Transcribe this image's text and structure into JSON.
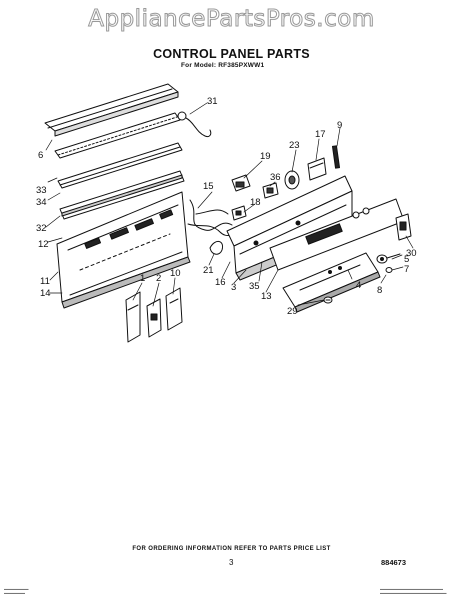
{
  "watermark": "AppliancePartsPros.com",
  "title": "CONTROL PANEL PARTS",
  "subtitle": "For Model: RF385PXWW1",
  "callouts": [
    {
      "label": "31",
      "name": "callout-31"
    },
    {
      "label": "17",
      "name": "callout-17"
    },
    {
      "label": "9",
      "name": "callout-9"
    },
    {
      "label": "23",
      "name": "callout-23"
    },
    {
      "label": "19",
      "name": "callout-19"
    },
    {
      "label": "36",
      "name": "callout-36"
    },
    {
      "label": "15",
      "name": "callout-15"
    },
    {
      "label": "18",
      "name": "callout-18"
    },
    {
      "label": "6",
      "name": "callout-6"
    },
    {
      "label": "33",
      "name": "callout-33"
    },
    {
      "label": "34",
      "name": "callout-34"
    },
    {
      "label": "32",
      "name": "callout-32"
    },
    {
      "label": "12",
      "name": "callout-12"
    },
    {
      "label": "11",
      "name": "callout-11"
    },
    {
      "label": "14",
      "name": "callout-14"
    },
    {
      "label": "1",
      "name": "callout-1"
    },
    {
      "label": "2",
      "name": "callout-2"
    },
    {
      "label": "10",
      "name": "callout-10"
    },
    {
      "label": "21",
      "name": "callout-21"
    },
    {
      "label": "16",
      "name": "callout-16"
    },
    {
      "label": "3",
      "name": "callout-3"
    },
    {
      "label": "35",
      "name": "callout-35"
    },
    {
      "label": "13",
      "name": "callout-13"
    },
    {
      "label": "30",
      "name": "callout-30"
    },
    {
      "label": "5",
      "name": "callout-5"
    },
    {
      "label": "7",
      "name": "callout-7"
    },
    {
      "label": "4",
      "name": "callout-4"
    },
    {
      "label": "8",
      "name": "callout-8"
    },
    {
      "label": "29",
      "name": "callout-29"
    }
  ],
  "footer_note": "FOR ORDERING INFORMATION REFER TO PARTS PRICE LIST",
  "page_number": "3",
  "doc_number": "884673"
}
